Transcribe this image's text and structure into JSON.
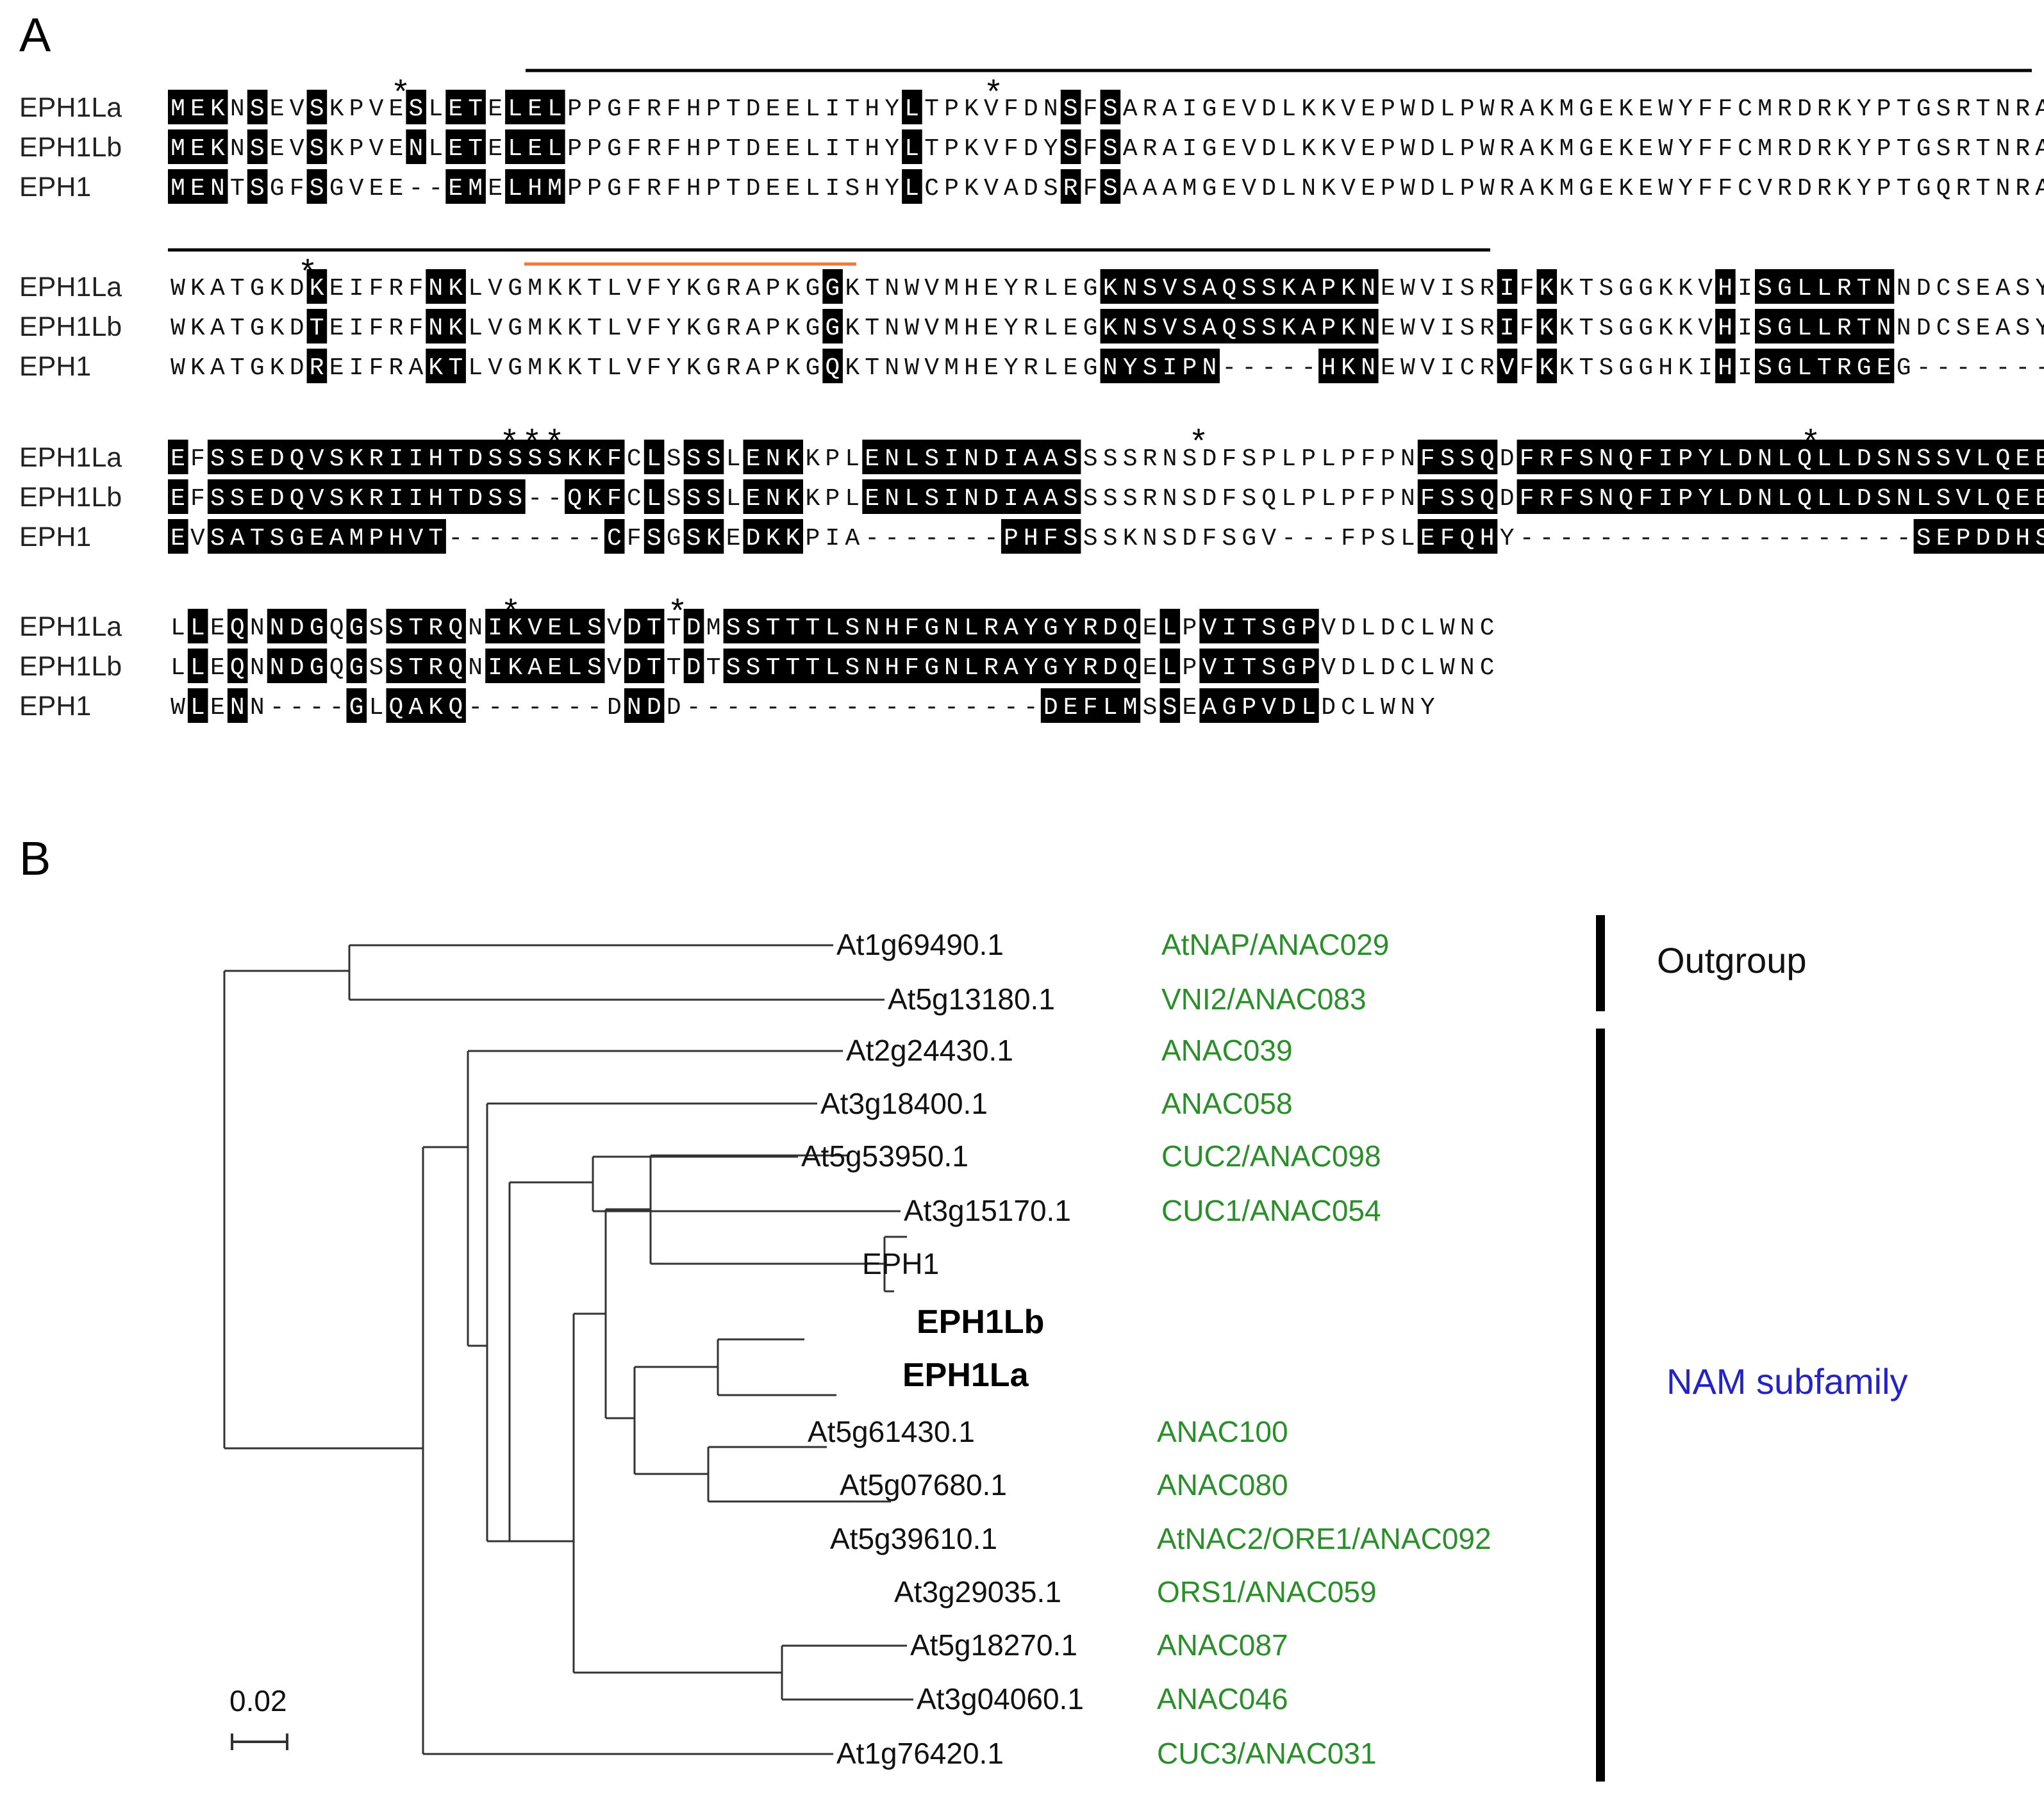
{
  "panel_a": {
    "letter": "A",
    "names": [
      "EPH1La",
      "EPH1Lb",
      "EPH1"
    ],
    "blocks": [
      {
        "seqs": [
          "MEKNSEVSKPVESLETELELPPGFRFHPTDEELITHYLTPKVFDNSFSARAIGEVDLKKVEPWDLPWRAKMGEKEWYFFCMRDRKYPTGSRTNRATEAGY",
          "MEKNSEVSKPVENLETELELPPGFRFHPTDEELITHYLTPKVFDYSFSARAIGEVDLKKVEPWDLPWRAKMGEKEWYFFCMRDRKYPTGSRTNRATEAGY",
          "MENTSGFSGVEE--EMELHMPPGFRFHPTDEELISHYLCPKVADSRFSAAAMGEVDLNKVEPWDLPWRAKMGEKEWYFFCVRDRKYPTGQRTNRATEAGY"
        ],
        "mask": [
          "1110100100001011011100000000000000000100000001010000000000000000000000000000000000000000000000000000000",
          "1110100100001011011100000000000000000100000001010000000000000000000000000000000000000000000000000000000",
          "1110100100001011011100000000000000000100000001010000000000000000000000000000000000000000000000000000000"
        ]
      },
      {
        "seqs": [
          "WKATGKDKEIFRFNKLVGMKKTLVFYKGRAPKGGKTNWVMHEYRLEGKNSVSAQSSKAPKNEWVISRIFKKTSGGKKVHISGLLRTNNDCSEASYLPSLM",
          "WKATGKDTEIFRFNKLVGMKKTLVFYKGRAPKGGKTNWVMHEYRLEGKNSVSAQSSKAPKNEWVISRIFKKTSGGKKVHISGLLRTNNDCSEASYLPSLM",
          "WKATGKDREIFRAKTLVGMKKTLVFYKGRAPKGQKTNWVMHEYRLEGNYSIPN-----HKNEWVICRVFKKTSGGHKIHISGLTRGEG-------LPALM"
        ],
        "mask": [
          "0000000100000110000000000000000001000000000000011111111111111000000101000000001011111110000000001001",
          "0000000100000110000000000000000001000000000000011111111111111000000101000000001011111110000000001001",
          "0000000100000110000000000000000001000000000000011111111111111000000101000000001011111110000000001001"
        ]
      },
      {
        "seqs": [
          "EFSSEDQVSKRIIHTDSSSSKKFCLSSSLENKKPLENLSINDIAASSSSRNSDFSPLPLPFPNFSSQDFRFSNQFIPYLDNLQLLDSNSSVLQEESILRL",
          "EFSSEDQVSKRIIHTDSS--QKFCLSSSLENKKPLENLSINDIAASSSSRNSDFSQLPLPFPNFSSQDFRFSNQFIPYLDNLQLLDSNLSVLQEESILRL",
          "EVSATSGEAMPHVT--------CFSGSKEDKKPIA-------PHFSSSKNSDFSGV---FPSLEFQHY--------------------SEPDDHSVLRLL"
        ],
        "mask": [
          "1011111111111111111111101011011100011111111111000000000000000001111011111111111111111111111111111101101111",
          "1011111111111111111111101011011100011111111111000000000000000001111011111111111111111111111111111101101111",
          "1011111111111111111111101011011100011111111111000000000000000001111011111111111111111111111111111101101111"
        ]
      },
      {
        "seqs": [
          "LLEQNNDGQGSSTRQNIKVELSVDTTDMSSTTTLSNHFGNLRAYGYRDQELPVITSGPVDLDCLWNC",
          "LLEQNNDGQGSSTRQNIKAELSVDTTDTSSTTTLSNHFGNLRAYGYRDQELPVITSGPVDLDCLWNC",
          "WLENN----GLQAKQ-------DNDD------------------DEFLMSSEAGPVDLDCLWNY"
        ],
        "mask": [
          "010101110101111011111101101011111111111111111111101011111100000000000",
          "010101110101111011111101101011111111111111111111101011111100000000000",
          "010101110101111011111101101011111111111111111111101011111100000000000"
        ]
      }
    ]
  },
  "panel_b": {
    "letter": "B",
    "leaves": [
      {
        "id": "At1g69490.1",
        "gene": "AtNAP/ANAC029"
      },
      {
        "id": "At5g13180.1",
        "gene": "VNI2/ANAC083"
      },
      {
        "id": "At2g24430.1",
        "gene": "ANAC039"
      },
      {
        "id": "At3g18400.1",
        "gene": "ANAC058"
      },
      {
        "id": "At5g53950.1",
        "gene": "CUC2/ANAC098"
      },
      {
        "id": "At3g15170.1",
        "gene": "CUC1/ANAC054"
      },
      {
        "id": "EPH1",
        "gene": ""
      },
      {
        "id": "EPH1Lb",
        "gene": ""
      },
      {
        "id": "EPH1La",
        "gene": ""
      },
      {
        "id": "At5g61430.1",
        "gene": "ANAC100"
      },
      {
        "id": "At5g07680.1",
        "gene": "ANAC080"
      },
      {
        "id": "At5g39610.1",
        "gene": "AtNAC2/ORE1/ANAC092"
      },
      {
        "id": "At3g29035.1",
        "gene": "ORS1/ANAC059"
      },
      {
        "id": "At5g18270.1",
        "gene": "ANAC087"
      },
      {
        "id": "At3g04060.1",
        "gene": "ANAC046"
      },
      {
        "id": "At1g76420.1",
        "gene": "CUC3/ANAC031"
      }
    ],
    "groups": {
      "outgroup": "Outgroup",
      "nam": "NAM subfamily"
    },
    "scale_label": "0.02",
    "colors": {
      "gene": "#2a8f2a",
      "nam": "#2323c8",
      "highlight_bar": "#f07a3a"
    }
  }
}
